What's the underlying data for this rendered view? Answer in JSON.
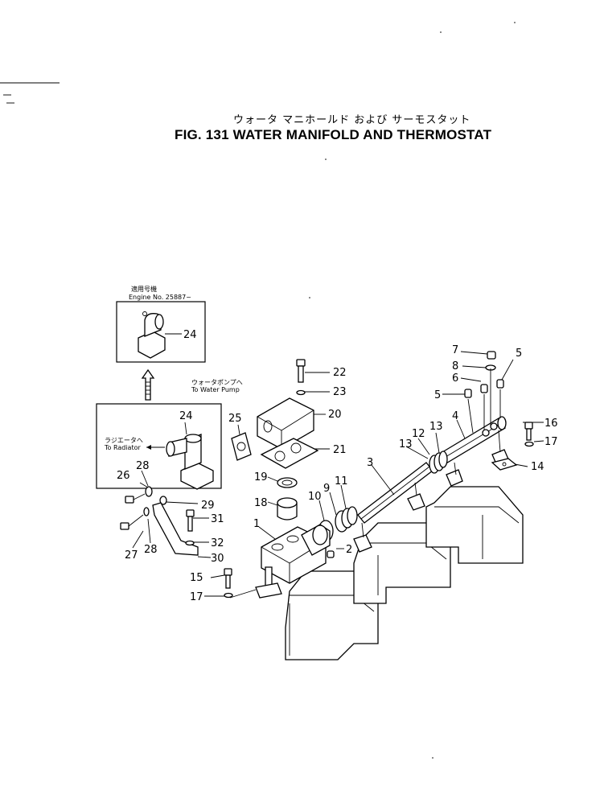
{
  "figure": {
    "title_jp": "ウォータ マニホールド および サーモスタット",
    "title_en": "FIG. 131 WATER MANIFOLD AND THERMOSTAT"
  },
  "notes": {
    "engine_jp": "適用号機",
    "engine_en": "Engine No. 25887~",
    "pump_jp": "ウォータポンプへ",
    "pump_en": "To Water Pump",
    "radiator_jp": "ラジエータへ",
    "radiator_en": "To Radiator"
  },
  "callouts": [
    {
      "id": "c1",
      "label": "1"
    },
    {
      "id": "c2",
      "label": "2"
    },
    {
      "id": "c3",
      "label": "3"
    },
    {
      "id": "c4",
      "label": "4"
    },
    {
      "id": "c5a",
      "label": "5"
    },
    {
      "id": "c5b",
      "label": "5"
    },
    {
      "id": "c6",
      "label": "6"
    },
    {
      "id": "c7",
      "label": "7"
    },
    {
      "id": "c8",
      "label": "8"
    },
    {
      "id": "c9",
      "label": "9"
    },
    {
      "id": "c10",
      "label": "10"
    },
    {
      "id": "c11",
      "label": "11"
    },
    {
      "id": "c12",
      "label": "12"
    },
    {
      "id": "c13a",
      "label": "13"
    },
    {
      "id": "c13b",
      "label": "13"
    },
    {
      "id": "c14",
      "label": "14"
    },
    {
      "id": "c15",
      "label": "15"
    },
    {
      "id": "c16",
      "label": "16"
    },
    {
      "id": "c17a",
      "label": "17"
    },
    {
      "id": "c17b",
      "label": "17"
    },
    {
      "id": "c18",
      "label": "18"
    },
    {
      "id": "c19",
      "label": "19"
    },
    {
      "id": "c20",
      "label": "20"
    },
    {
      "id": "c21",
      "label": "21"
    },
    {
      "id": "c22",
      "label": "22"
    },
    {
      "id": "c23",
      "label": "23"
    },
    {
      "id": "c24a",
      "label": "24"
    },
    {
      "id": "c24b",
      "label": "24"
    },
    {
      "id": "c25",
      "label": "25"
    },
    {
      "id": "c26",
      "label": "26"
    },
    {
      "id": "c27",
      "label": "27"
    },
    {
      "id": "c28a",
      "label": "28"
    },
    {
      "id": "c28b",
      "label": "28"
    },
    {
      "id": "c29",
      "label": "29"
    },
    {
      "id": "c30",
      "label": "30"
    },
    {
      "id": "c31",
      "label": "31"
    },
    {
      "id": "c32",
      "label": "32"
    }
  ]
}
